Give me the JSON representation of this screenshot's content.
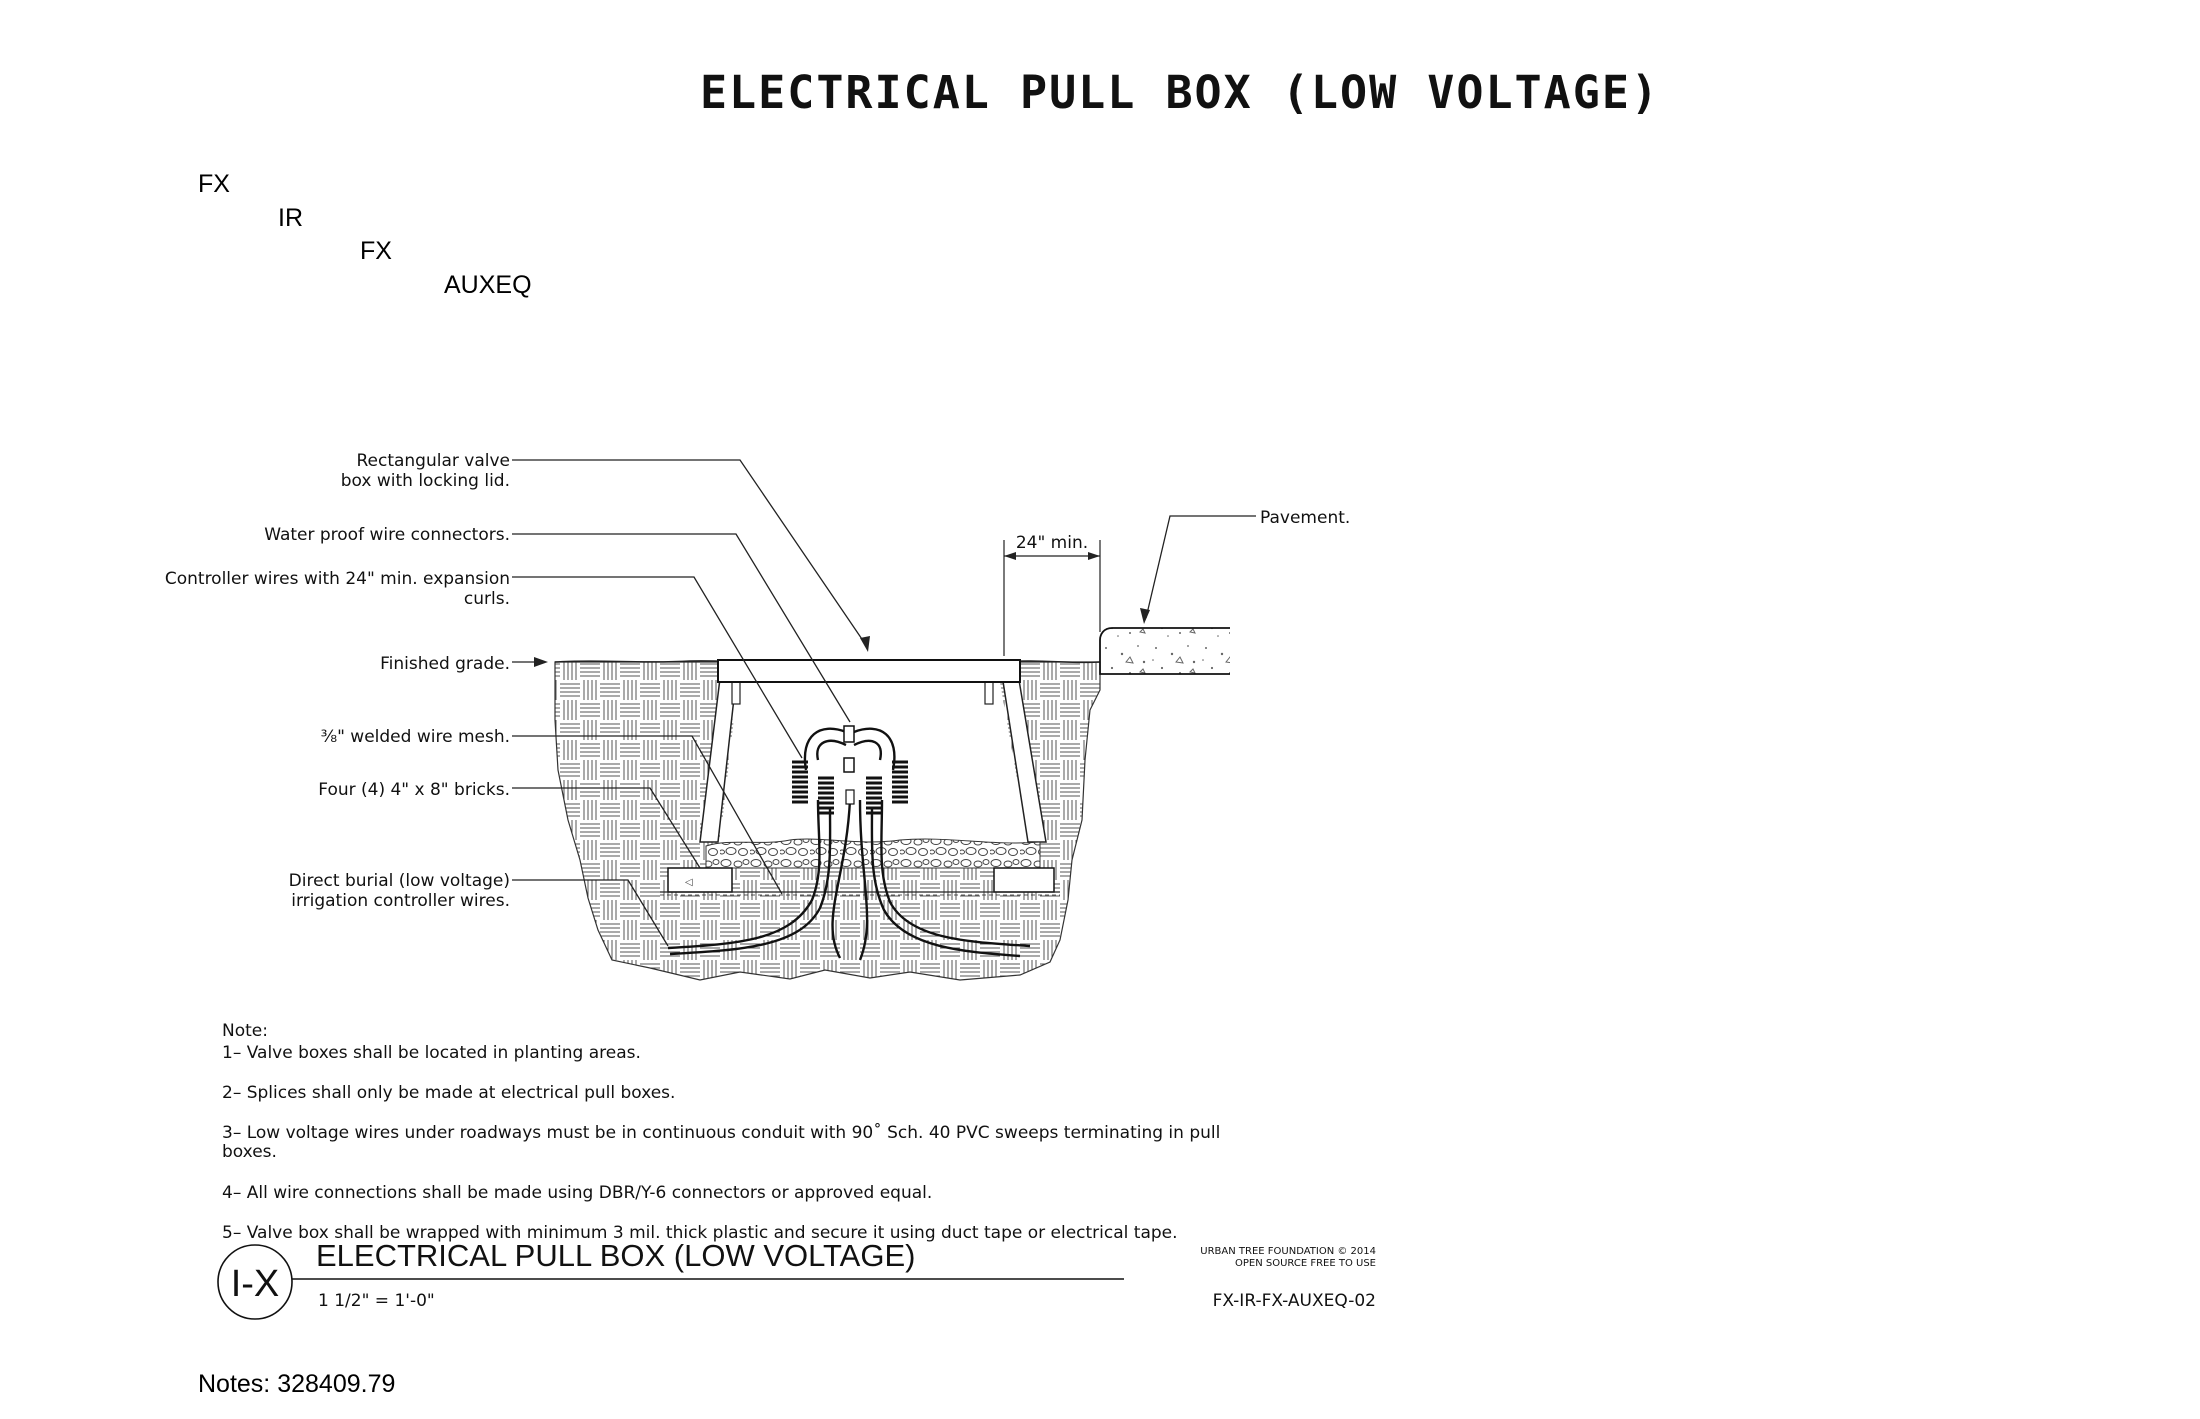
{
  "sheet_title": "ELECTRICAL PULL BOX (LOW VOLTAGE)",
  "code_breakdown": [
    "FX",
    "IR",
    "FX",
    "AUXEQ"
  ],
  "callouts": {
    "valve_box": [
      "Rectangular valve",
      "box with locking lid."
    ],
    "connectors": [
      "Water proof wire connectors."
    ],
    "controller_wires": [
      "Controller wires with 24\" min. expansion",
      "curls."
    ],
    "finished_grade": [
      "Finished grade."
    ],
    "wire_mesh": [
      "⅜\" welded wire mesh."
    ],
    "bricks": [
      "Four (4) 4\"  x 8\"  bricks."
    ],
    "direct_burial": [
      "Direct burial (low voltage)",
      "irrigation controller wires."
    ],
    "pavement": [
      "Pavement."
    ],
    "dimension": "24\" min."
  },
  "notes": {
    "heading": "Note:",
    "items": [
      "1– Valve boxes shall be located in planting areas.",
      "2– Splices shall only be made at electrical pull boxes.",
      "3– Low voltage wires under roadways must be in continuous conduit with 90˚ Sch. 40 PVC sweeps terminating in pull",
      "boxes.",
      "4– All wire connections shall be made using DBR/Y-6 connectors or approved equal.",
      "5– Valve box shall be wrapped with minimum 3 mil. thick plastic and secure it using duct tape or electrical tape."
    ]
  },
  "title_block": {
    "detail_id": "I-X",
    "title": "ELECTRICAL PULL BOX (LOW VOLTAGE)",
    "scale": "1 1/2\" = 1'-0\"",
    "credit_line1": "URBAN TREE FOUNDATION © 2014",
    "credit_line2": "OPEN SOURCE FREE TO USE",
    "drawing_code": "FX-IR-FX-AUXEQ-02"
  },
  "footer_notes": "Notes: 328409.79"
}
